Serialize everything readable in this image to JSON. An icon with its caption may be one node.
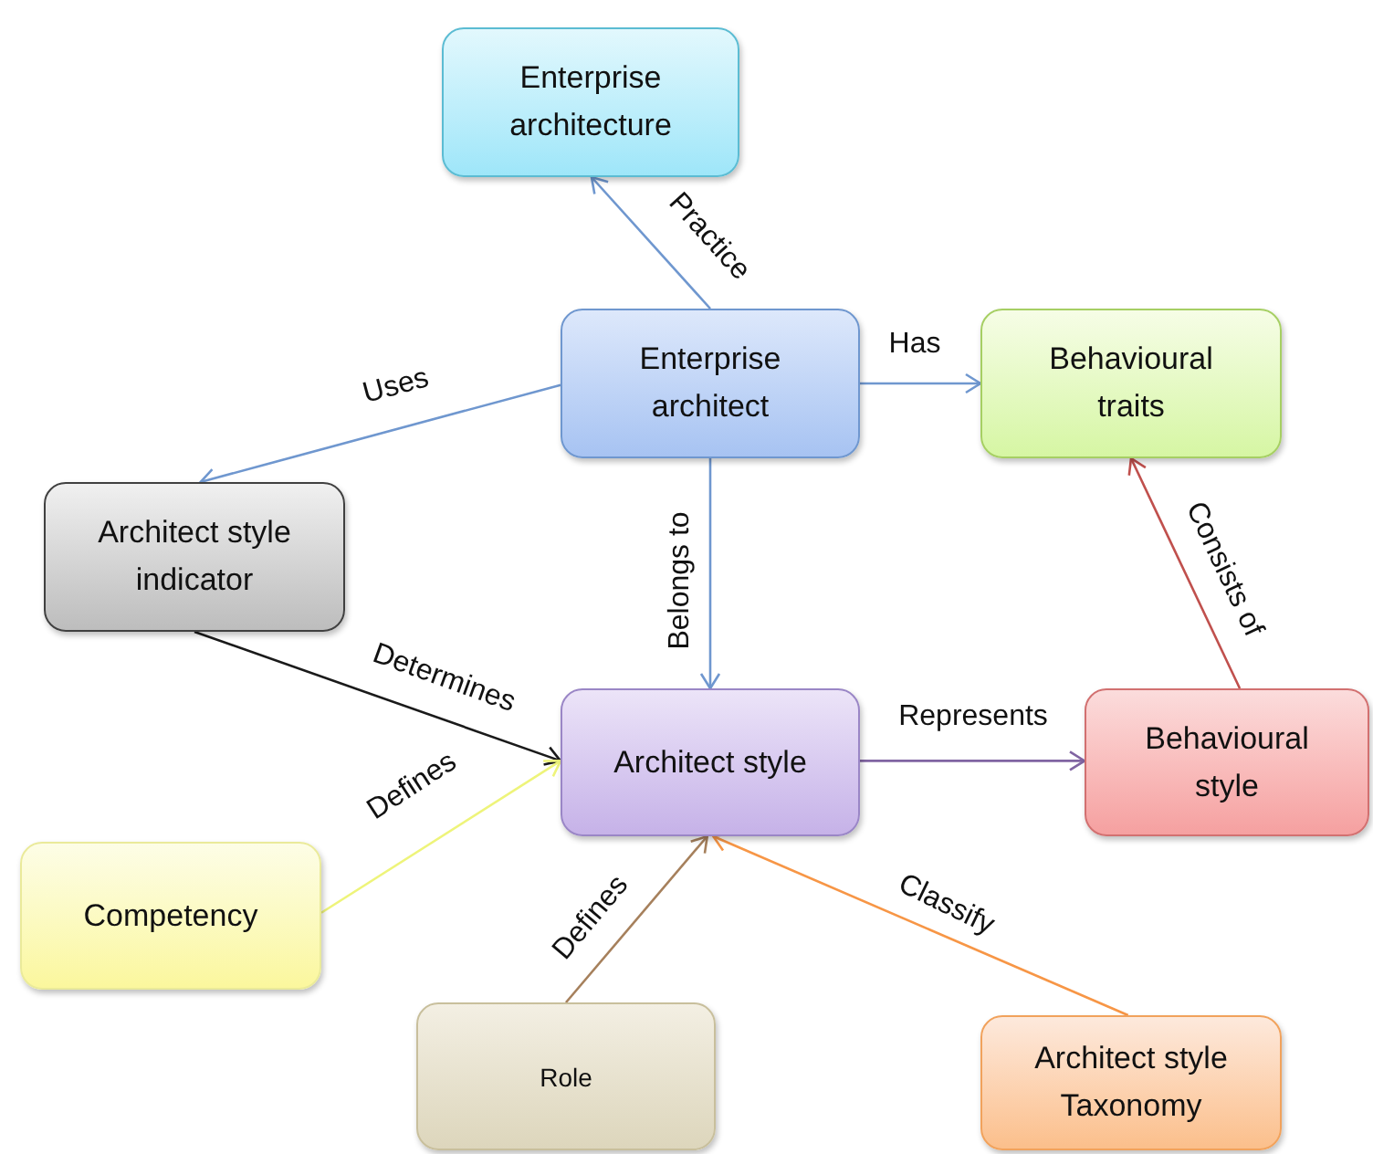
{
  "diagram": {
    "nodes": [
      {
        "text": [
          "Enterprise architecture"
        ]
      },
      {
        "text": [
          "Enterprise architect"
        ]
      },
      {
        "text": [
          "Behavioural traits"
        ]
      },
      {
        "text": [
          "Architect style indicator"
        ]
      },
      {
        "text": [
          "Architect style"
        ]
      },
      {
        "text": [
          "Behavioural style"
        ]
      },
      {
        "text": [
          "Competency"
        ]
      },
      {
        "text": [
          "Role"
        ]
      },
      {
        "text": [
          "Architect style Taxonomy"
        ]
      }
    ],
    "edges": [
      {
        "from": 1,
        "to": 0,
        "arrow": "to",
        "label": "Practice"
      },
      {
        "from": 1,
        "to": 2,
        "arrow": "to",
        "label": "Has"
      },
      {
        "from": 1,
        "to": 3,
        "arrow": "to",
        "label": "Uses"
      },
      {
        "from": 1,
        "to": 4,
        "arrow": "to",
        "label": "Belongs to"
      },
      {
        "from": 3,
        "to": 4,
        "arrow": "to",
        "label": "Determines",
        "color": "#1a1a1a"
      },
      {
        "from": 5,
        "to": 2,
        "arrow": "to",
        "label": "Consists of",
        "color": "#c0504d"
      },
      {
        "from": 4,
        "to": 5,
        "arrow": "to",
        "label": "Represents",
        "color": "#8064a2"
      },
      {
        "from": 6,
        "to": 4,
        "arrow": "to",
        "label": "Defines",
        "color": "#eef47a"
      },
      {
        "from": 7,
        "to": 4,
        "arrow": "to",
        "label": "Defines",
        "color": "#a6805c"
      },
      {
        "from": 8,
        "to": 4,
        "arrow": "to",
        "label": "Classify",
        "color": "#f79646"
      }
    ]
  }
}
